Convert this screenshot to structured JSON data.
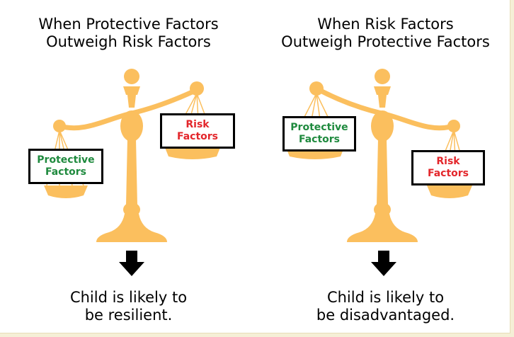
{
  "colors": {
    "scale": "#fbbf5e",
    "protective_text": "#1f8a3e",
    "risk_text": "#e3262b",
    "border": "#000000"
  },
  "left_panel": {
    "title_line1": "When Protective Factors",
    "title_line2": "Outweigh Risk Factors",
    "low_box": {
      "line1": "Protective",
      "line2": "Factors"
    },
    "high_box": {
      "line1": "Risk",
      "line2": "Factors"
    },
    "result_line1": "Child is likely to",
    "result_line2": "be resilient."
  },
  "right_panel": {
    "title_line1": "When Risk Factors",
    "title_line2": "Outweigh Protective Factors",
    "high_box": {
      "line1": "Protective",
      "line2": "Factors"
    },
    "low_box": {
      "line1": "Risk",
      "line2": "Factors"
    },
    "result_line1": "Child is likely to",
    "result_line2": "be disadvantaged."
  }
}
